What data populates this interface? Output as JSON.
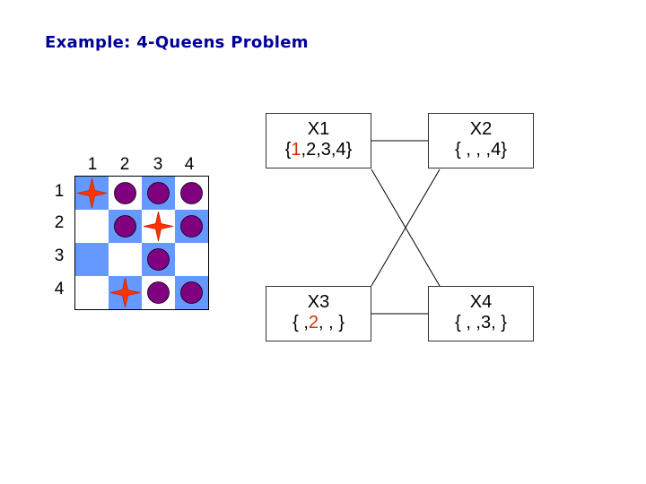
{
  "title": "Example: 4-Queens Problem",
  "board": {
    "columns": [
      "1",
      "2",
      "3",
      "4"
    ],
    "rows": [
      "1",
      "2",
      "3",
      "4"
    ],
    "colors": {
      "blue": "#6699ff",
      "white": "#ffffff",
      "circle": "#800080",
      "star": "#ff3300"
    },
    "cells": [
      [
        {
          "bg": "blue",
          "piece": "star"
        },
        {
          "bg": "white",
          "piece": "circle"
        },
        {
          "bg": "blue",
          "piece": "circle"
        },
        {
          "bg": "white",
          "piece": "circle"
        }
      ],
      [
        {
          "bg": "white",
          "piece": ""
        },
        {
          "bg": "blue",
          "piece": "circle"
        },
        {
          "bg": "white",
          "piece": "star"
        },
        {
          "bg": "blue",
          "piece": "circle"
        }
      ],
      [
        {
          "bg": "blue",
          "piece": ""
        },
        {
          "bg": "white",
          "piece": ""
        },
        {
          "bg": "blue",
          "piece": "circle"
        },
        {
          "bg": "white",
          "piece": ""
        }
      ],
      [
        {
          "bg": "white",
          "piece": ""
        },
        {
          "bg": "blue",
          "piece": "star"
        },
        {
          "bg": "white",
          "piece": "circle"
        },
        {
          "bg": "blue",
          "piece": "circle"
        }
      ]
    ]
  },
  "nodes": {
    "x1": {
      "name": "X1",
      "pre": "{",
      "hl": "1",
      "post": ",2,3,4}"
    },
    "x2": {
      "name": "X2",
      "pre": "{ , , ,4}",
      "hl": "",
      "post": ""
    },
    "x3": {
      "name": "X3",
      "pre": "{ ,",
      "hl": "2",
      "post": ", , }"
    },
    "x4": {
      "name": "X4",
      "pre": "{ , ,3, }",
      "hl": "",
      "post": ""
    }
  },
  "edges": [
    [
      "x1",
      "x2"
    ],
    [
      "x1",
      "x4"
    ],
    [
      "x2",
      "x3"
    ],
    [
      "x3",
      "x4"
    ]
  ]
}
